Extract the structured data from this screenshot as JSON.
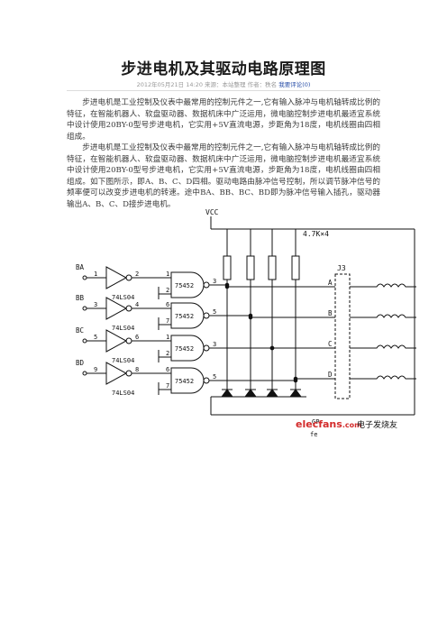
{
  "article": {
    "title": "步进电机及其驱动电路原理图",
    "meta": {
      "datetime": "2012年05月21日  14:20",
      "source": "来源：本站整理",
      "author": "作者：秩名",
      "comment_link": "我要评论(0)"
    },
    "paragraphs": [
      "步进电机是工业控制及仪表中最常用的控制元件之一,它有输入脉冲与电机轴转成比例的特征，在智能机器人、软盘驱动器、数据机床中广泛运用，微电脑控制步进电机最适宜系统中设计使用20BY-0型号步进电机，它实用+5V直流电源，步距角为18度，电机线圈由四相组成。",
      "步进电机是工业控制及仪表中最常用的控制元件之一,它有输入脉冲与电机轴转成比例的特征，在智能机器人、软盘驱动器、数据机床中广泛运用，微电脑控制步进电机最适宜系统中设计使用20BY-0型号步进电机，它实用+5V直流电源，步距角为18度，电机线圈由四相组成。如下图所示，即A、B、C、D四相。驱动电路由脉冲信号控制，所以调节脉冲信号的频率便可以改变步进电机的转速。途中BA、BB、BC、BD即为脉冲信号输入插孔，驱动器输出A、B、C、D接步进电机。"
    ]
  },
  "circuit": {
    "vcc_label": "VCC",
    "resistor_label": "4.7K×4",
    "connector_label": "J3",
    "gnd_label": "GP",
    "inputs": [
      "BA",
      "BB",
      "BC",
      "BD"
    ],
    "inverter_chip": "74LS04",
    "inverter_pins": [
      [
        "1",
        "2"
      ],
      [
        "3",
        "4"
      ],
      [
        "5",
        "6"
      ],
      [
        "9",
        "8"
      ]
    ],
    "driver_chip": "75452",
    "driver_pins": [
      [
        "1",
        "2",
        "3"
      ],
      [
        "6",
        "7",
        "5"
      ],
      [
        "1",
        "2",
        "3"
      ],
      [
        "6",
        "7",
        "5"
      ]
    ],
    "outputs": [
      "A",
      "B",
      "C",
      "D"
    ],
    "watermark": "elecfans",
    "watermark_suffix": ".com",
    "watermark_cn": "电子发烧友",
    "misc_label": "fe"
  }
}
